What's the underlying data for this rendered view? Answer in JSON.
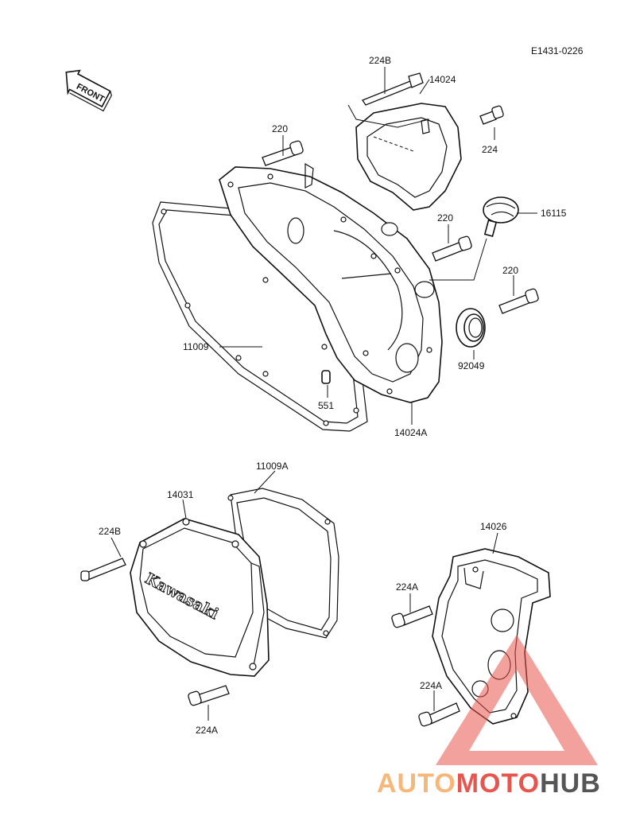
{
  "diagram": {
    "code": "E1431-0226",
    "front_label": "FRONT",
    "brand_on_cover": "Kawasaki",
    "parts": {
      "p224B_top": "224B",
      "p14024": "14024",
      "p224_right": "224",
      "p220_left": "220",
      "p16115": "16115",
      "p220_mid": "220",
      "p220_right": "220",
      "p11009": "11009",
      "p92049": "92049",
      "p551": "551",
      "p14024A": "14024A",
      "p11009A": "11009A",
      "p14031": "14031",
      "p224B_left": "224B",
      "p224A_bottom": "224A",
      "p14026": "14026",
      "p224A_right_top": "224A",
      "p224A_right_bottom": "224A"
    }
  },
  "watermark": {
    "part1": "AUTO",
    "part2": "MOTO",
    "part3": "HUB",
    "color_light": "#f5b77a",
    "color_red": "#e8554e",
    "color_dark": "#555555"
  }
}
